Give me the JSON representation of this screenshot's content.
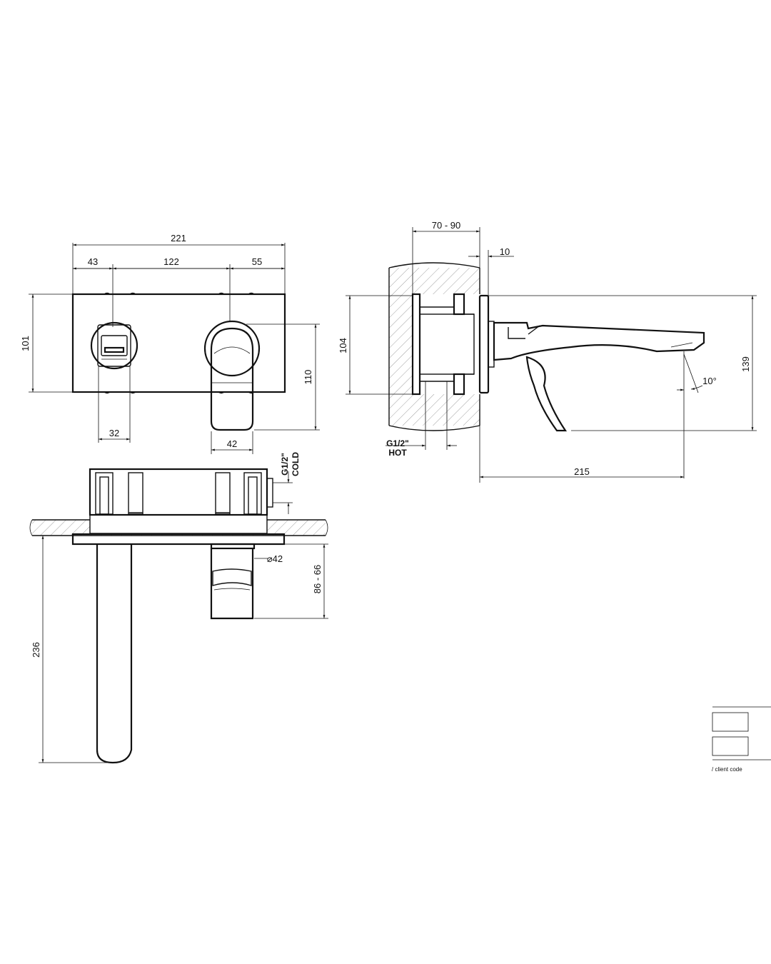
{
  "front_view": {
    "dim_overall_width": "221",
    "dim_left_offset": "43",
    "dim_center_spacing": "122",
    "dim_right_offset": "55",
    "dim_plate_height": "101",
    "dim_lever_drop": "110",
    "dim_aerator_width": "32",
    "dim_lever_width": "42"
  },
  "side_view": {
    "dim_wall_range": "70  -  90",
    "dim_plate_depth": "10",
    "dim_body_height": "104",
    "dim_total_height": "139",
    "dim_angle": "10°",
    "dim_projection": "215",
    "inlet_hot_size": "G1/2\"",
    "inlet_hot_label": "HOT"
  },
  "top_view": {
    "inlet_cold_size": "G1/2\"",
    "inlet_cold_label": "COLD",
    "dim_lever_diameter": "⌀42",
    "dim_lever_range": "86  -  66",
    "dim_spout_length": "236"
  },
  "title_block": {
    "client_code_label": "/  client  code"
  }
}
